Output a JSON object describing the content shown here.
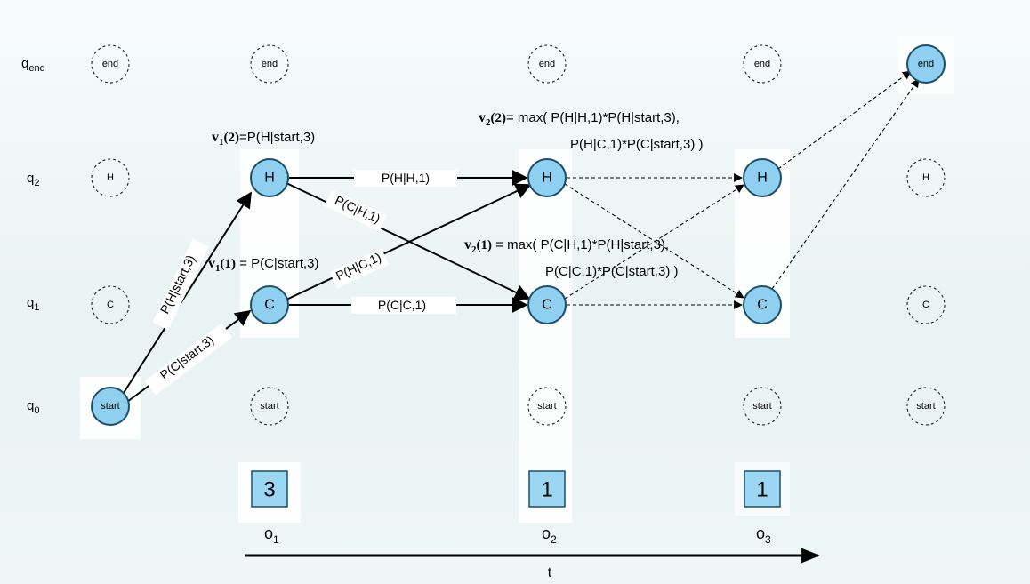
{
  "rows": [
    {
      "id": "qend",
      "base": "q",
      "sub": "end"
    },
    {
      "id": "q2",
      "base": "q",
      "sub": "2"
    },
    {
      "id": "q1",
      "base": "q",
      "sub": "1"
    },
    {
      "id": "q0",
      "base": "q",
      "sub": "0"
    }
  ],
  "states": {
    "end": "end",
    "H": "H",
    "C": "C",
    "start": "start"
  },
  "observations": [
    {
      "value": "3",
      "label_base": "o",
      "label_sub": "1"
    },
    {
      "value": "1",
      "label_base": "o",
      "label_sub": "2"
    },
    {
      "value": "1",
      "label_base": "o",
      "label_sub": "3"
    }
  ],
  "edges": {
    "start_H": "P(H|start,3)",
    "start_C": "P(C|start,3)",
    "H_H": "P(H|H,1)",
    "H_C": "P(C|H,1)",
    "C_H": "P(H|C,1)",
    "C_C": "P(C|C,1)"
  },
  "annotations": {
    "v1_2_v": "v",
    "v1_2_sub": "1",
    "v1_2_arg": "(2)",
    "v1_2_rest": "=P(H|start,3)",
    "v1_1_v": "v",
    "v1_1_sub": "1",
    "v1_1_arg": "(1)",
    "v1_1_rest": " = P(C|start,3)",
    "v2_2_v": "v",
    "v2_2_sub": "2",
    "v2_2_arg": "(2)",
    "v2_2_line1": "= max(  P(H|H,1)*P(H|start,3),",
    "v2_2_line2": "P(H|C,1)*P(C|start,3)  )",
    "v2_1_v": "v",
    "v2_1_sub": "2",
    "v2_1_arg": "(1)",
    "v2_1_line1": " = max(  P(C|H,1)*P(H|start,3),",
    "v2_1_line2": "P(C|C,1)*P(C|start,3)    )"
  },
  "axis": {
    "label": "t"
  },
  "colors": {
    "node_fill": "#8fd0f0",
    "node_stroke": "#1b4f66",
    "obs_fill": "#9bd6f2",
    "highlight": "#ffffff"
  }
}
